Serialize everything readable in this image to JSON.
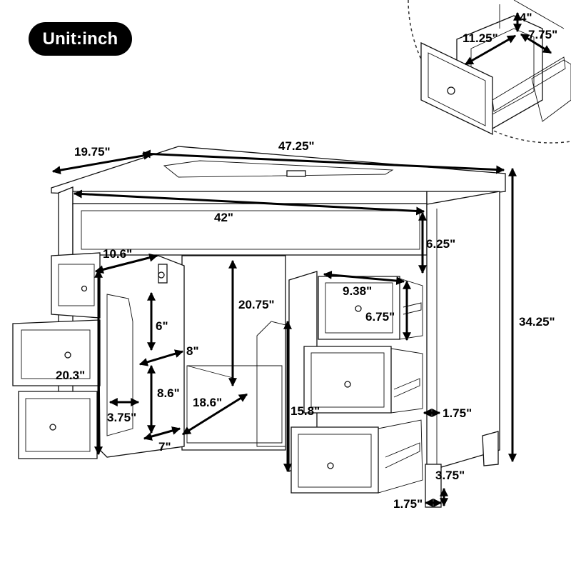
{
  "unit_label": "Unit:inch",
  "dimensions": {
    "depth": "19.75\"",
    "width": "47.25\"",
    "inner_width": "42\"",
    "height": "34.25\"",
    "top_panel_height": "6.25\"",
    "drawer_top_depth": "10.6\"",
    "cabinet_opening_height": "20.75\"",
    "shelf_gap": "6\"",
    "shelf_depth": "8\"",
    "left_drawer_depth": "20.3\"",
    "shelf_height": "8.6\"",
    "cabinet_depth": "18.6\"",
    "side_gap": "3.75\"",
    "shelf_width": "7\"",
    "right_drawer_width": "9.38\"",
    "right_drawer_height": "6.75\"",
    "cabinet_height": "15.8\"",
    "side_panel": "1.75\"",
    "leg_gap": "3.75\"",
    "leg_width": "1.75\"",
    "inset_drawer_height": "4\"",
    "inset_drawer_width": "11.25\"",
    "inset_drawer_depth": "7.75\""
  }
}
